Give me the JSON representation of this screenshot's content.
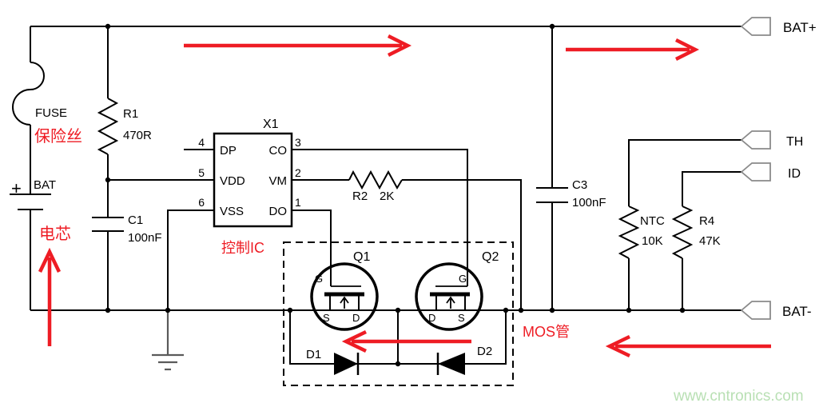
{
  "colors": {
    "wire": "#000000",
    "annotation_red": "#ee1c24",
    "terminal_outline": "#8a8a8a",
    "ground_gray": "#5a5a5a",
    "watermark_green": "#b9e0b4"
  },
  "components": {
    "fuse": {
      "label": "FUSE",
      "annotation": "保险丝"
    },
    "battery": {
      "label": "BAT",
      "polarity": "+",
      "annotation": "电芯"
    },
    "r1": {
      "ref": "R1",
      "value": "470R"
    },
    "c1": {
      "ref": "C1",
      "value": "100nF"
    },
    "r2": {
      "ref": "R2",
      "value": "2K"
    },
    "c3": {
      "ref": "C3",
      "value": "100nF"
    },
    "ntc": {
      "ref": "NTC",
      "value": "10K"
    },
    "r4": {
      "ref": "R4",
      "value": "47K"
    },
    "d1": {
      "ref": "D1"
    },
    "d2": {
      "ref": "D2"
    },
    "q1": {
      "ref": "Q1",
      "gate": "G",
      "source": "S",
      "drain": "D"
    },
    "q2": {
      "ref": "Q2",
      "gate": "G",
      "source": "S",
      "drain": "D"
    },
    "mosfet_annotation": "MOS管"
  },
  "ic": {
    "ref": "X1",
    "annotation": "控制IC",
    "left_pins": [
      {
        "num": "4",
        "name": "DP"
      },
      {
        "num": "5",
        "name": "VDD"
      },
      {
        "num": "6",
        "name": "VSS"
      }
    ],
    "right_pins": [
      {
        "num": "3",
        "name": "CO"
      },
      {
        "num": "2",
        "name": "VM"
      },
      {
        "num": "1",
        "name": "DO"
      }
    ]
  },
  "terminals": {
    "bat_plus": "BAT+",
    "th": "TH",
    "id": "ID",
    "bat_minus": "BAT-"
  },
  "watermark": "www.cntronics.com"
}
